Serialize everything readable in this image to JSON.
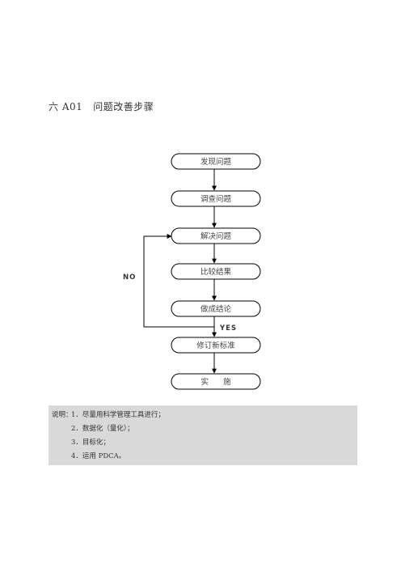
{
  "title": "六 A01   问题改善步骤",
  "flowchart": {
    "steps": [
      {
        "id": "step-1",
        "label": "发现问题"
      },
      {
        "id": "step-2",
        "label": "调查问题"
      },
      {
        "id": "step-3",
        "label": "解决问题"
      },
      {
        "id": "step-4",
        "label": "比较结果"
      },
      {
        "id": "step-5",
        "label": "做成结论"
      },
      {
        "id": "step-6",
        "label": "修订新标准"
      },
      {
        "id": "step-7",
        "label": "实      施"
      }
    ],
    "no_label": "NO",
    "yes_label": "YES"
  },
  "notes": {
    "prefix": "说明：",
    "items": [
      "1．尽量用科学管理工具进行；",
      "2．数据化（量化）；",
      "3．目标化；",
      "4．运用 PDCA。"
    ]
  }
}
